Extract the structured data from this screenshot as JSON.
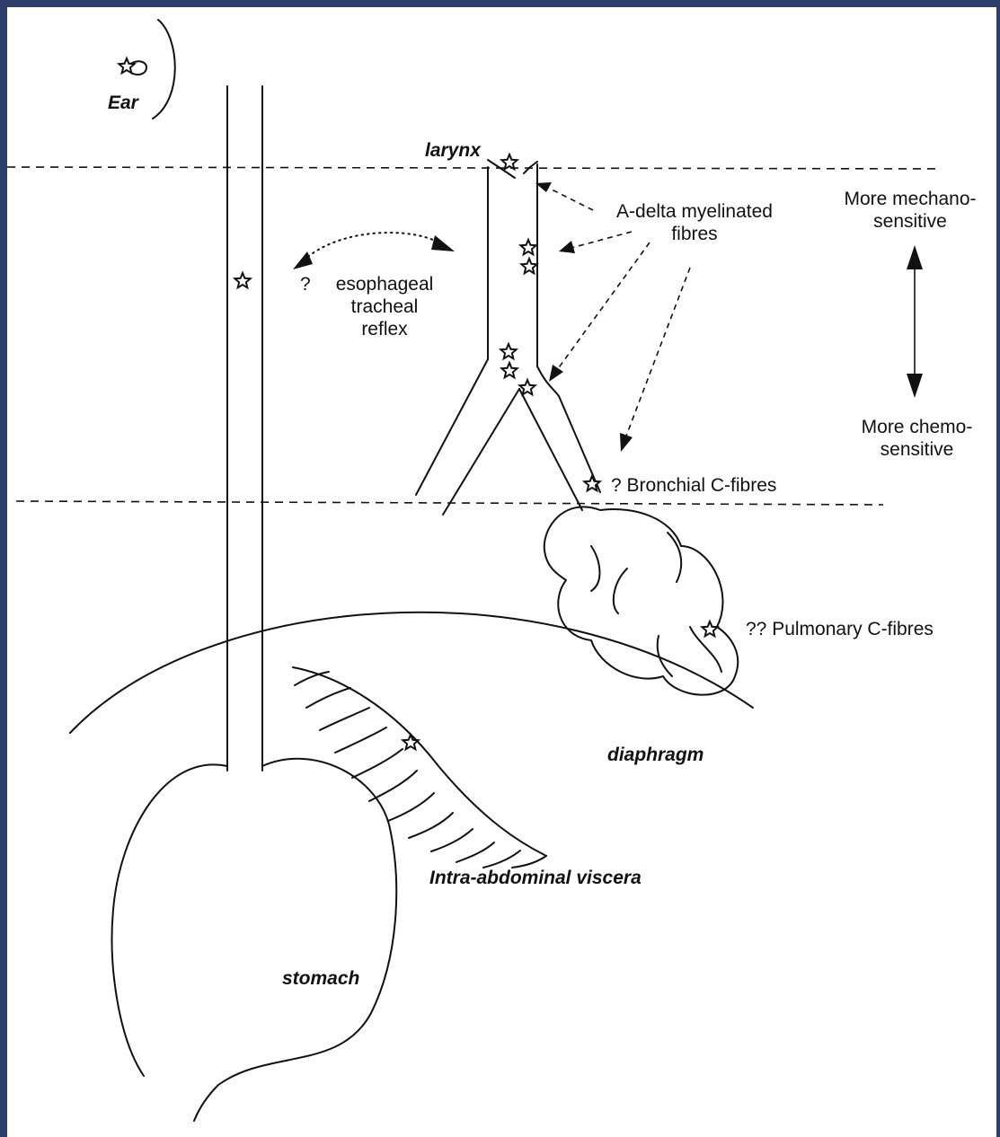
{
  "labels": {
    "ear": "Ear",
    "larynx": "larynx",
    "a_delta_line1": "A-delta myelinated",
    "a_delta_line2": "fibres",
    "more_mechano_line1": "More mechano-",
    "more_mechano_line2": "sensitive",
    "more_chemo_line1": "More chemo-",
    "more_chemo_line2": "sensitive",
    "reflex_q": "?",
    "reflex_line1": "esophageal",
    "reflex_line2": "tracheal",
    "reflex_line3": "reflex",
    "bronchial": "? Bronchial C-fibres",
    "pulmonary": "?? Pulmonary C-fibres",
    "diaphragm": "diaphragm",
    "intra_abdominal": "Intra-abdominal viscera",
    "stomach": "stomach"
  },
  "colors": {
    "page_border": "#2e3f6e",
    "ink": "#111111",
    "background": "#ffffff"
  },
  "icons": {
    "receptor": "star-icon",
    "ear": "ear-icon"
  }
}
